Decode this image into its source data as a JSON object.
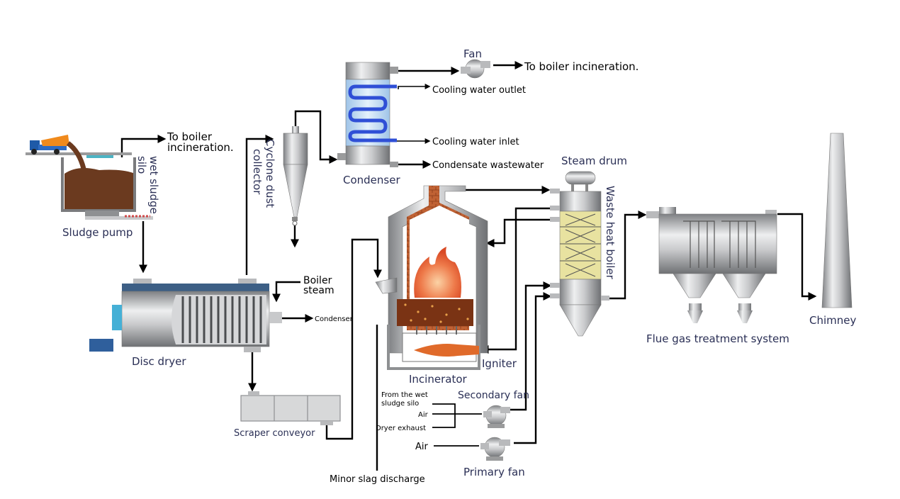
{
  "labels": {
    "to_boiler_top": "To boiler incineration.",
    "to_boiler_left_1": "To boiler",
    "to_boiler_left_2": "incineration.",
    "fan": "Fan",
    "cooling_water_outlet": "Cooling water outlet",
    "cooling_water_inlet": "Cooling water inlet",
    "condensate_wastewater": "Condensate wastewater",
    "condenser": "Condenser",
    "wet_sludge_silo_1": "wet sludge",
    "wet_sludge_silo_2": "silo",
    "cyclone_1": "Cyclone dust",
    "cyclone_2": "collector",
    "sludge_pump": "Sludge pump",
    "steam_drum": "Steam drum",
    "waste_heat_boiler": "Waste heat boiler",
    "boiler_steam_1": "Boiler",
    "boiler_steam_2": "steam",
    "condenser_small": "Condenser",
    "disc_dryer": "Disc dryer",
    "incinerator": "Incinerator",
    "igniter": "Igniter",
    "from_silo_1": "From the wet",
    "from_silo_2": "sludge silo",
    "secondary_fan": "Secondary fan",
    "air_secondary": "Air",
    "dryer_exhaust": "Dryer exhaust",
    "air_primary": "Air",
    "primary_fan": "Primary fan",
    "scraper_conveyor": "Scraper conveyor",
    "minor_slag": "Minor slag discharge",
    "flue_gas": "Flue gas treatment system",
    "chimney": "Chimney"
  },
  "colors": {
    "steel_dark": "#8e9092",
    "steel_light": "#e6e7e8",
    "sludge": "#6b3a1f",
    "brick": "#b5562b",
    "flame": "#e8623a",
    "coil": "#2f4fd6",
    "packing": "#e8e2a0",
    "flow_line": "#000000",
    "label_text": "#2a2f55"
  }
}
